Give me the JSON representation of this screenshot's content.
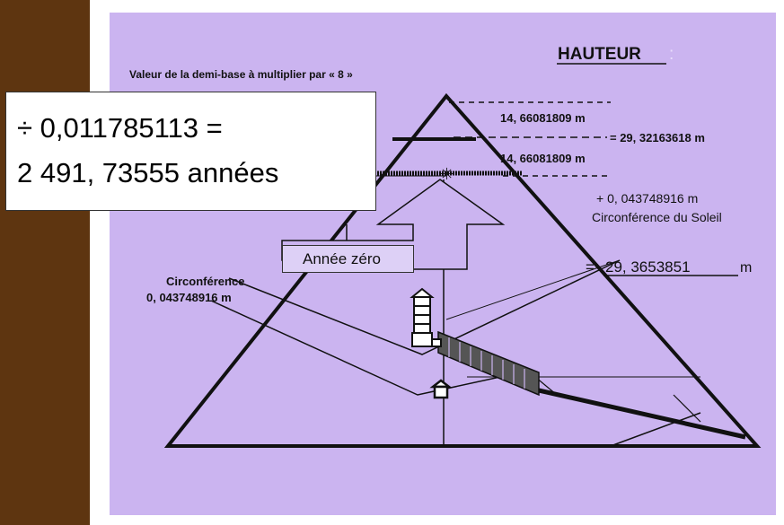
{
  "header": {
    "hauteur": "HAUTEUR",
    "subtitle": "Valeur de la demi-base à multiplier par « 8 »"
  },
  "measures": {
    "top_segment": "14, 66081809 m",
    "total": "= 29, 32163618 m",
    "bottom_segment": "14, 66081809 m",
    "sun_addition": "+ 0, 043748916 m",
    "sun_label": "Circonférence du Soleil",
    "result_prefix": "=",
    "result_value": "29, 3653851",
    "result_unit": "m"
  },
  "circumference": {
    "label": "Circonférence",
    "value": "0, 043748916 m"
  },
  "callout": {
    "line1": "÷ 0,011785113 =",
    "line2": "2 491, 73555 années"
  },
  "annee_zero": "Année zéro",
  "colors": {
    "background": "#5e3510",
    "panel": "#cbb4f0",
    "line": "#111111"
  }
}
